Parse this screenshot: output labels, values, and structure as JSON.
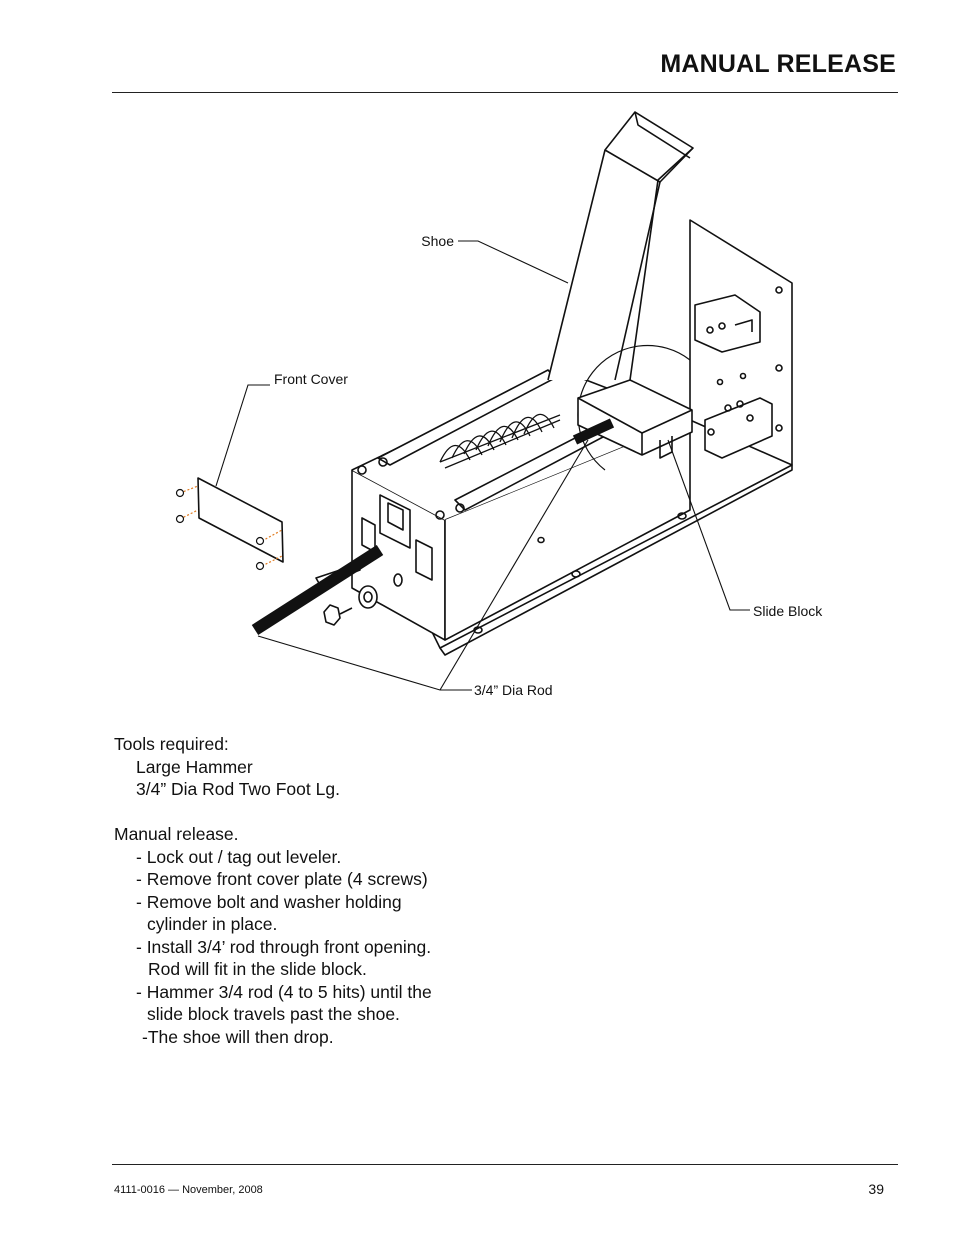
{
  "header": {
    "title": "MANUAL RELEASE"
  },
  "figure": {
    "callouts": {
      "shoe": "Shoe",
      "front_cover": "Front Cover",
      "slide_block": "Slide Block",
      "rod": "3/4” Dia Rod"
    }
  },
  "tools": {
    "heading": "Tools required:",
    "items": [
      "Large Hammer",
      "3/4” Dia Rod Two Foot Lg."
    ]
  },
  "procedure": {
    "heading": "Manual release.",
    "lines": [
      "- Lock out / tag out leveler.",
      "- Remove front cover plate (4 screws)",
      "- Remove bolt and washer holding",
      "cylinder in place.",
      "- Install 3/4’ rod through front opening.",
      "Rod will fit in the slide block.",
      "- Hammer 3/4 rod (4 to 5 hits) until the",
      "slide block travels past the shoe.",
      "-The shoe will then drop."
    ]
  },
  "footer": {
    "doc_ref": "4111-0016 — November, 2008",
    "page_number": "39"
  }
}
